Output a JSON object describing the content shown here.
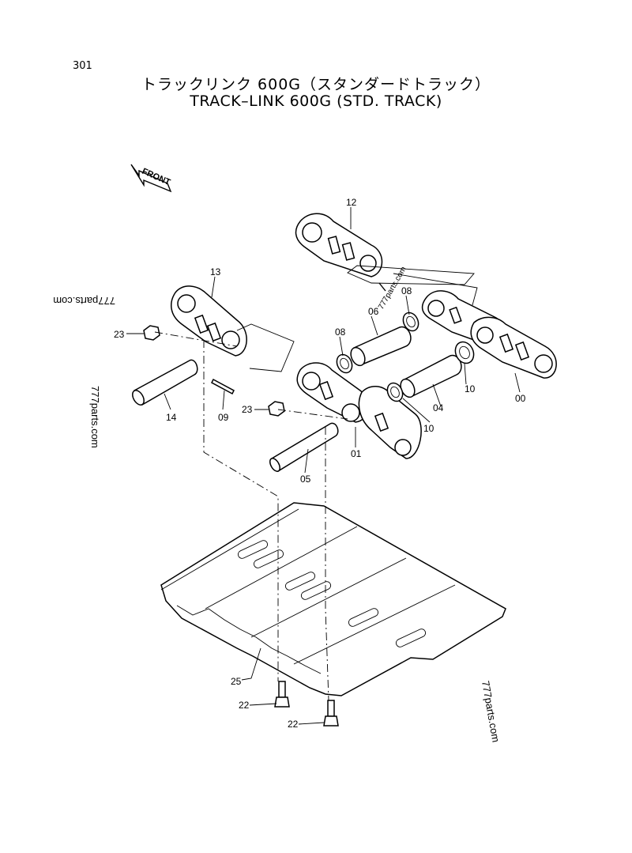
{
  "page_number": "301",
  "title_jp": "トラックリンク 600G（スタンダードトラック）",
  "title_en": "TRACK–LINK 600G (STD. TRACK)",
  "front_label": "FRONT",
  "watermarks": [
    "777parts.com",
    "777parts.com",
    "777parts.com",
    "777parts.com"
  ],
  "callouts": {
    "c12": "12",
    "c13": "13",
    "c08a": "08",
    "c06": "06",
    "c08b": "08",
    "c23a": "23",
    "c10a": "10",
    "c04": "04",
    "c10b": "10",
    "c00": "00",
    "c14": "14",
    "c09": "09",
    "c23b": "23",
    "c01": "01",
    "c05": "05",
    "c25": "25",
    "c22a": "22",
    "c22b": "22"
  }
}
